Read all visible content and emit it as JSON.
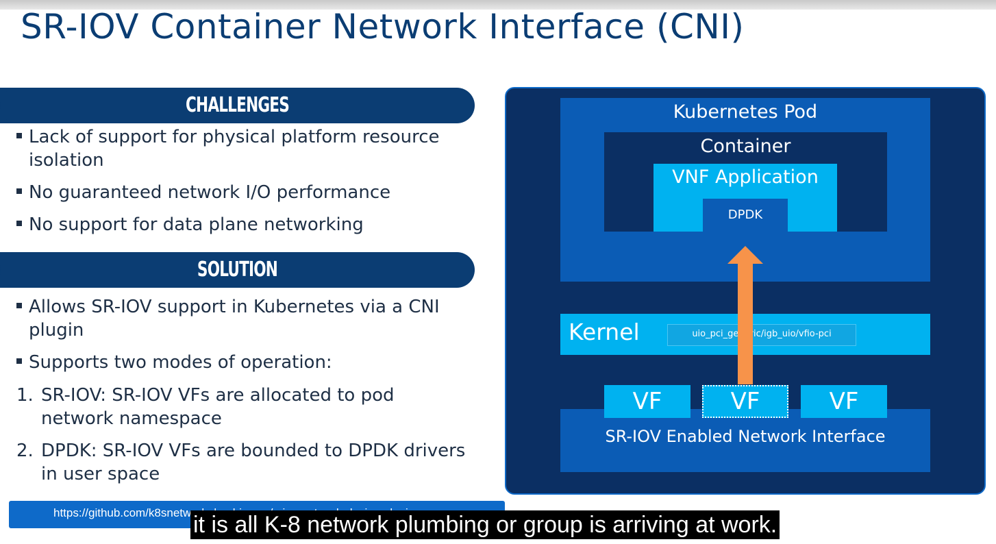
{
  "slide": {
    "title": "SR-IOV Container Network Interface (CNI)"
  },
  "challenges": {
    "heading": "CHALLENGES",
    "bullets": [
      {
        "line1": "Lack of support for physical platform resource",
        "line2": "isolation"
      },
      {
        "line1": "No guaranteed network I/O performance"
      },
      {
        "line1": "No support for data plane networking"
      }
    ]
  },
  "solution": {
    "heading": "SOLUTION",
    "bullets": [
      {
        "line1": "Allows SR-IOV support in Kubernetes via a CNI",
        "line2": "plugin"
      },
      {
        "line1": "Supports two modes of operation:"
      }
    ],
    "modes": [
      {
        "num": "1.",
        "line1": "SR-IOV: SR-IOV VFs are allocated to pod",
        "line2": "network namespace"
      },
      {
        "num": "2.",
        "line1": "DPDK: SR-IOV VFs are bounded to DPDK drivers",
        "line2": "in user space"
      }
    ]
  },
  "link": {
    "url": "https://github.com/k8snetworkplumbingwg/sriov-network-device-plugin"
  },
  "diagram": {
    "pod": "Kubernetes Pod",
    "container": "Container",
    "vnf": "VNF Application",
    "dpdk": "DPDK",
    "kernel": "Kernel",
    "driver": "uio_pci_generic/igb_uio/vfio-pci",
    "vfs": [
      "VF",
      "VF",
      "VF"
    ],
    "nic": "SR-IOV Enabled Network Interface",
    "colors": {
      "dark": "#0b2f63",
      "medium": "#0b5cb5",
      "light": "#00b2f0",
      "arrow": "#f7934a"
    }
  },
  "caption": {
    "text": "it is all K-8 network plumbing or group is arriving at work."
  }
}
